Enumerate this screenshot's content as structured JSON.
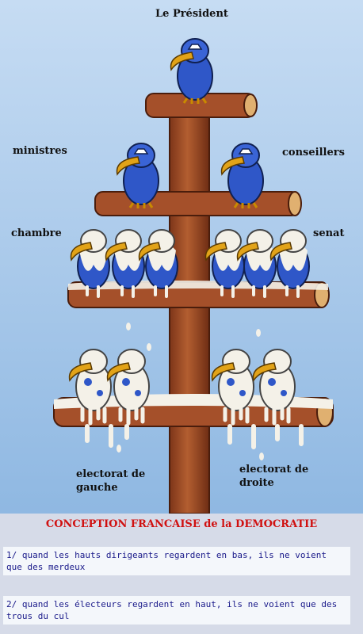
{
  "labels": {
    "president": "Le Président",
    "ministres": "ministres",
    "conseillers": "conseillers",
    "chambre": "chambre",
    "senat": "senat",
    "electorat_gauche": "electorat de gauche",
    "electorat_droite": "electorat de droite"
  },
  "caption": {
    "title_red": "CONCEPTION FRANCAISE",
    "title_black": "de la DEMOCRATIE",
    "line1": "1/ quand les hauts dirigeants regardent en bas, ils ne voient que des merdeux",
    "line2": "2/ quand les électeurs regardent en haut, ils ne voient que des trous du cul"
  },
  "colors": {
    "sky_top": "#c6dcf3",
    "sky_bottom": "#8fb8e2",
    "wood": "#a5502a",
    "bird_blue": "#2f57c8",
    "beak": "#e2a318",
    "dropping": "#f4f1e8",
    "title_red": "#d01010"
  }
}
